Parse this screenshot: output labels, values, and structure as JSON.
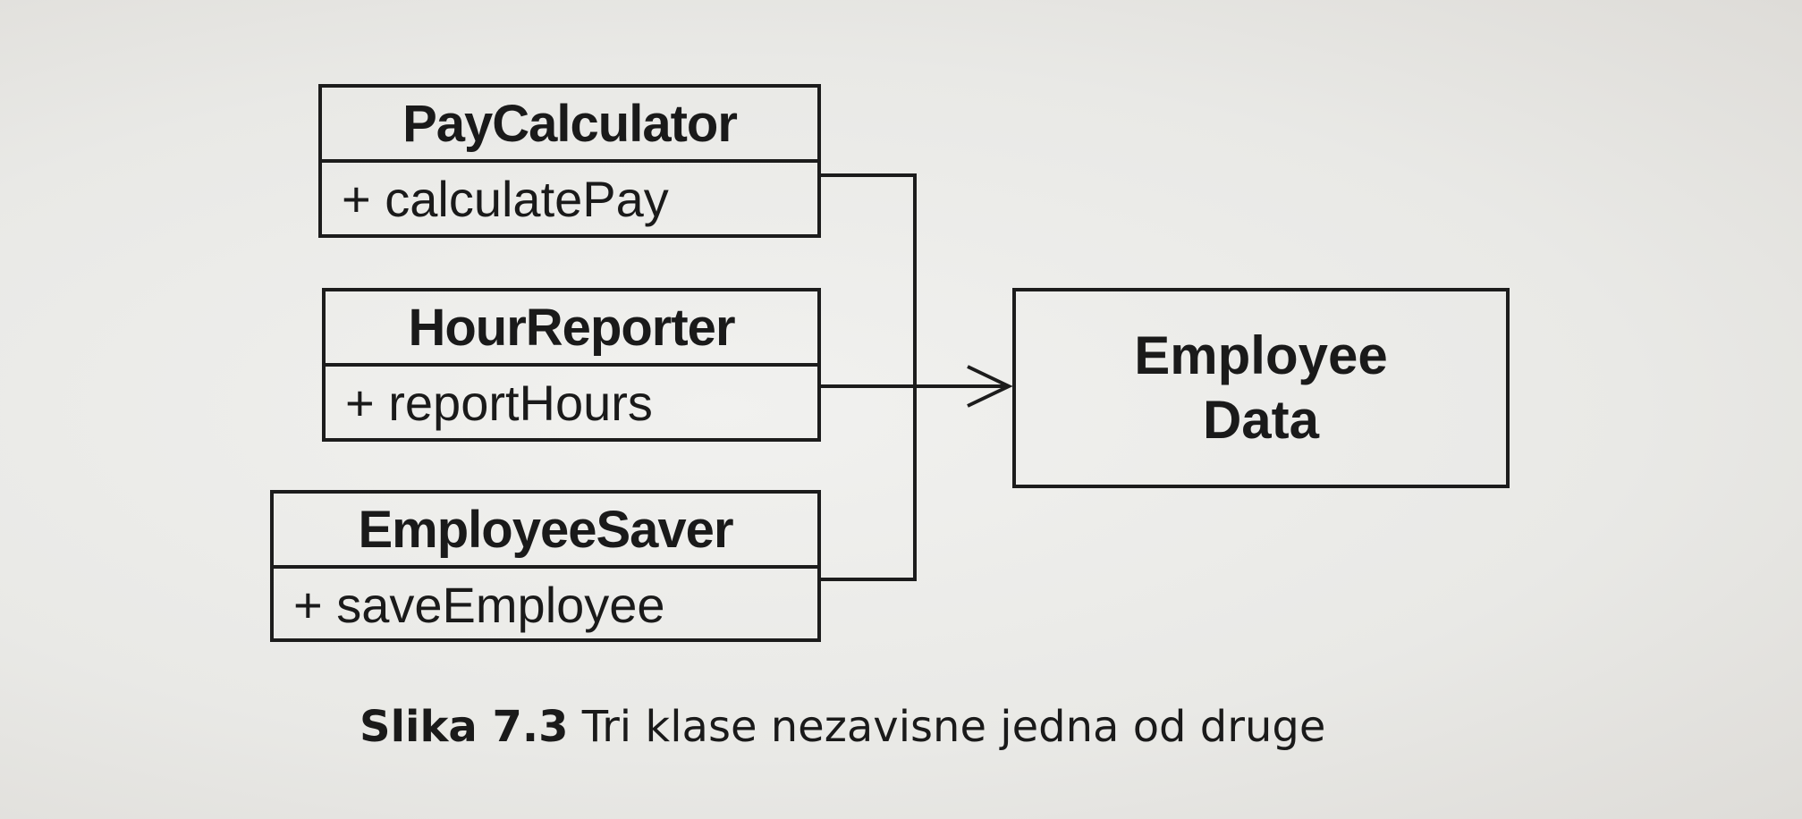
{
  "diagram": {
    "classes": [
      {
        "name": "PayCalculator",
        "method": "+ calculatePay"
      },
      {
        "name": "HourReporter",
        "method": "+ reportHours"
      },
      {
        "name": "EmployeeSaver",
        "method": "+ saveEmployee"
      }
    ],
    "data_box": {
      "line1": "Employee",
      "line2": "Data"
    },
    "caption": {
      "label": "Slika 7.3",
      "text": "Tri klase nezavisne jedna od druge"
    }
  }
}
